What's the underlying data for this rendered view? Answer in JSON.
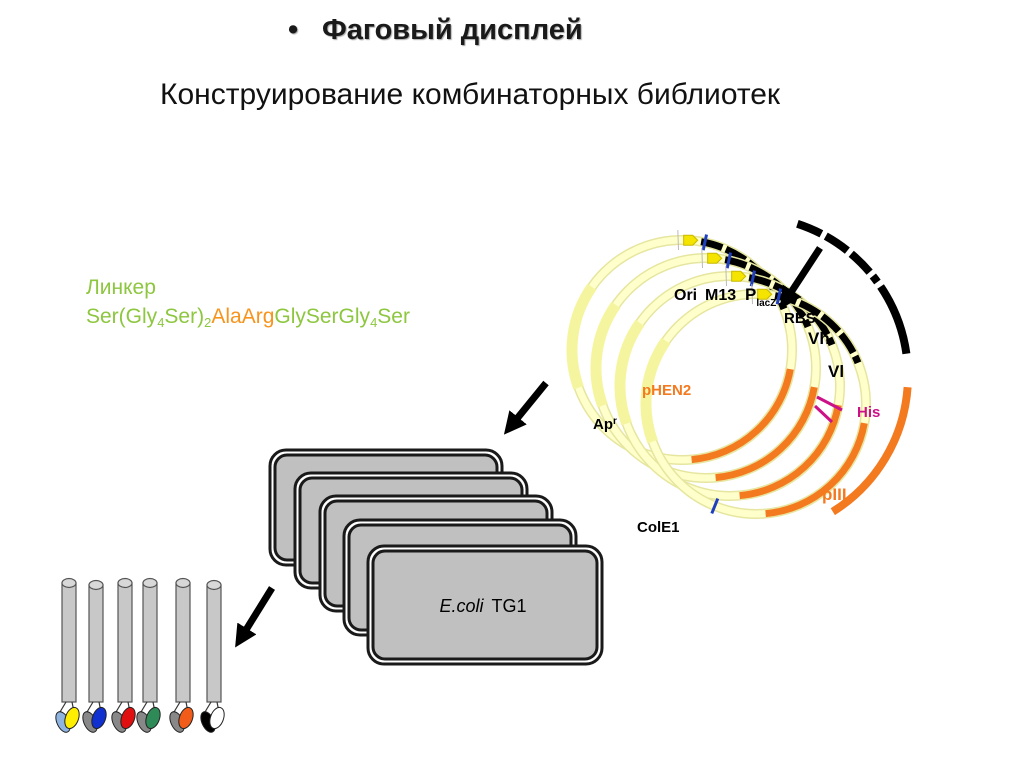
{
  "title": {
    "bullet": "•",
    "text": "Фаговый дисплей"
  },
  "subtitle": "Конструирование комбинаторных библиотек",
  "linker": {
    "label": "Линкер",
    "sequence": [
      {
        "text": "Ser(Gly",
        "color": "#8dc63f",
        "sub": false
      },
      {
        "text": "4",
        "color": "#8dc63f",
        "sub": true
      },
      {
        "text": "Ser)",
        "color": "#8dc63f",
        "sub": false
      },
      {
        "text": "2",
        "color": "#8dc63f",
        "sub": true
      },
      {
        "text": "AlaArg",
        "color": "#f7941d",
        "sub": false
      },
      {
        "text": "GlySerGly",
        "color": "#8dc63f",
        "sub": false
      },
      {
        "text": "4",
        "color": "#8dc63f",
        "sub": true
      },
      {
        "text": "Ser",
        "color": "#8dc63f",
        "sub": false
      }
    ]
  },
  "plasmid": {
    "labels": {
      "ori": "Ori",
      "m13": "M13",
      "plac": "P",
      "plac_sub": "lacZ",
      "rbs": "RBS",
      "vh": "Vh",
      "vl": "Vl",
      "his": "His",
      "phen2": "pHEN2",
      "apr": "Ap",
      "apr_sup": "r",
      "piii": "pIII",
      "cole1": "ColE1"
    },
    "colors": {
      "backbone": "#ffffcc",
      "backbone_edge": "#e6e6a0",
      "ampr": "#f5f5a0",
      "orange": "#f47a20",
      "black": "#000000",
      "blue": "#1f3fbf",
      "his": "#cc1188",
      "phen2_text": "#f47a20",
      "his_text": "#cc1188"
    }
  },
  "cells": {
    "label_italic": "E.coli",
    "label_strain": "TG1",
    "fill": "#c0c0c0",
    "border": "#1a1a1a"
  },
  "phages": {
    "tip_colors": [
      "#ffee00",
      "#1030d0",
      "#e01010",
      "#2e8b57",
      "#f25c1a",
      "#ffffff"
    ],
    "secondary_colors": [
      "#8fb4e0",
      "#888888",
      "#888888",
      "#888888",
      "#888888",
      "#000000"
    ]
  }
}
